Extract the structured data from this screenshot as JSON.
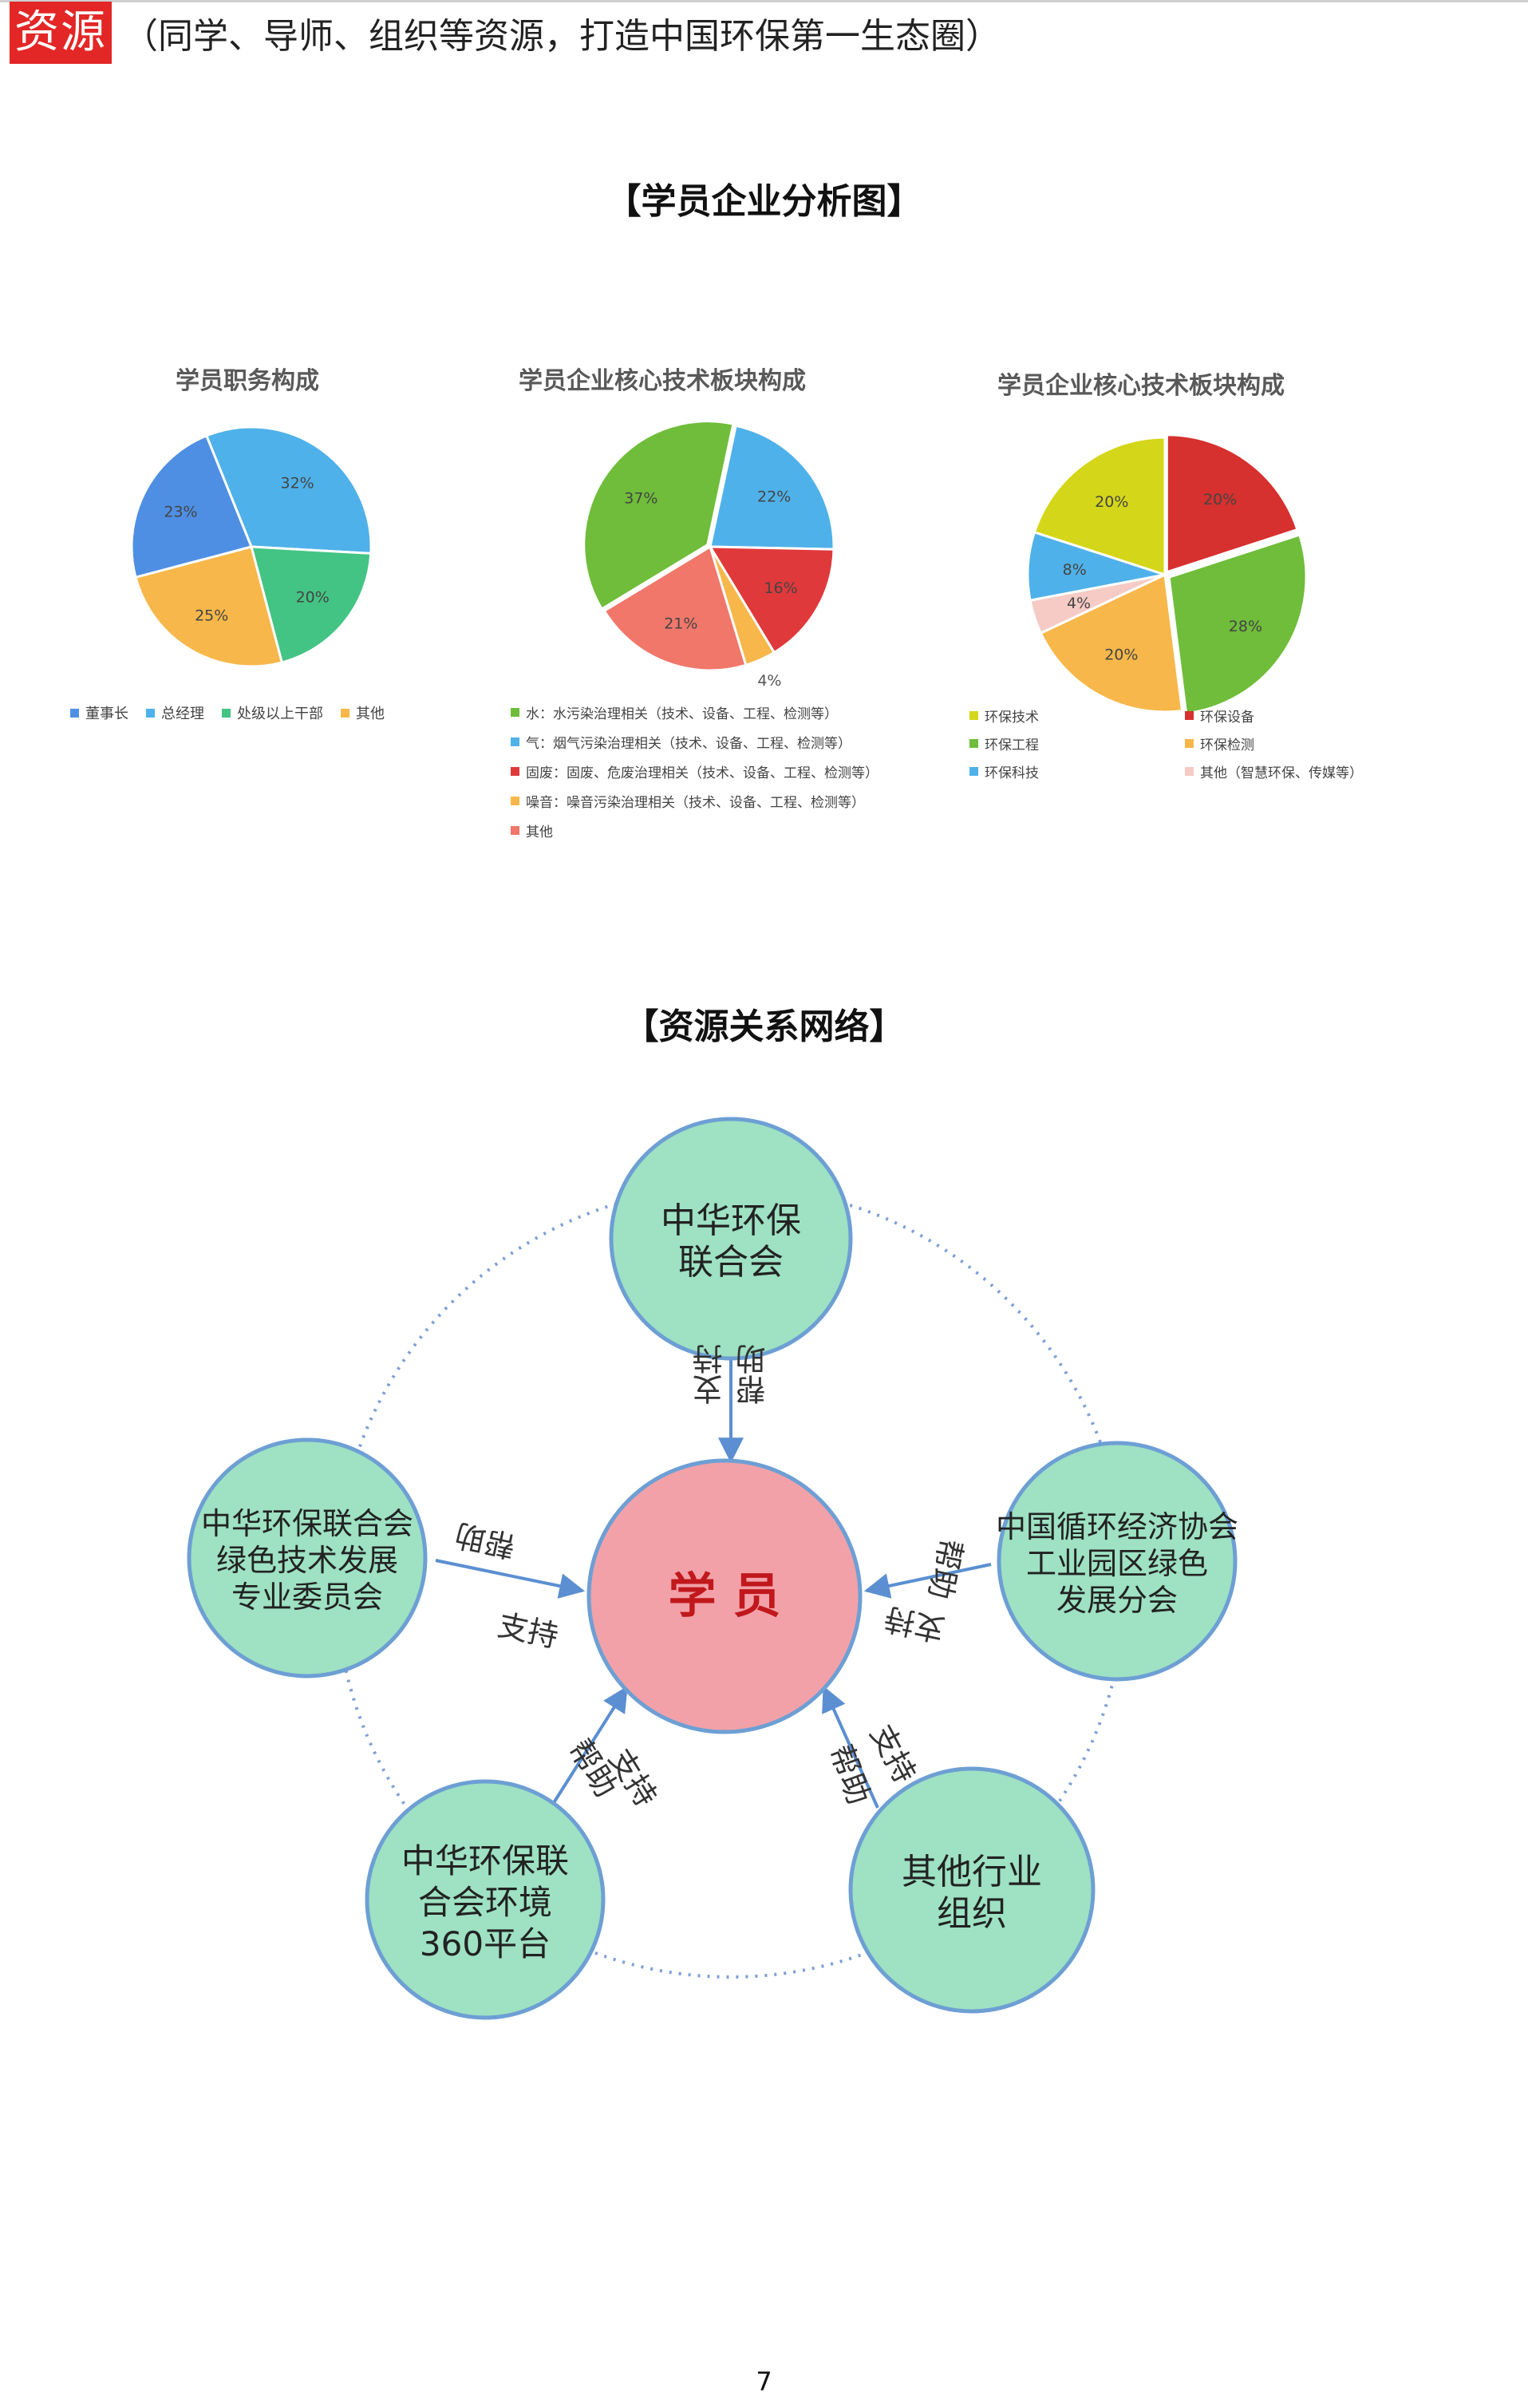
{
  "header": {
    "tag": "资源",
    "text": "（同学、导师、组织等资源，打造中国环保第一生态圈）"
  },
  "section1_title": "【学员企业分析图】",
  "chart_data": [
    {
      "type": "pie",
      "title": "学员职务构成",
      "labels": [
        "董事长",
        "总经理",
        "处级以上干部",
        "其他"
      ],
      "values": [
        23,
        32,
        20,
        25
      ],
      "value_labels": [
        "23%",
        "32%",
        "20%",
        "25%"
      ],
      "colors": [
        "#4f8fe3",
        "#4fb1e9",
        "#43c484",
        "#f7b74a"
      ],
      "legend_position": "bottom"
    },
    {
      "type": "pie",
      "title": "学员企业核心技术板块构成",
      "labels": [
        "水：水污染治理相关（技术、设备、工程、检测等）",
        "气：烟气污染治理相关（技术、设备、工程、检测等）",
        "固废：固废、危废治理相关（技术、设备、工程、检测等）",
        "噪音：噪音污染治理相关（技术、设备、工程、检测等）",
        "其他"
      ],
      "values": [
        37,
        22,
        16,
        4,
        21
      ],
      "value_labels": [
        "37%",
        "22%",
        "16%",
        "4%",
        "21%"
      ],
      "colors": [
        "#6fbd3a",
        "#4fb1e9",
        "#e0393b",
        "#f7b74a",
        "#f0776a"
      ],
      "legend_position": "bottom"
    },
    {
      "type": "pie",
      "title": "学员企业核心技术板块构成",
      "labels": [
        "环保设备",
        "环保工程",
        "环保检测",
        "其他（智慧环保、传媒等）",
        "环保科技",
        "环保技术"
      ],
      "values": [
        20,
        28,
        20,
        4,
        8,
        20
      ],
      "value_labels": [
        "20%",
        "28%",
        "20%",
        "4%",
        "8%",
        "20%"
      ],
      "colors": [
        "#d6302f",
        "#6fbd3a",
        "#f7b74a",
        "#f6cbc5",
        "#4fb1e9",
        "#d4d619"
      ],
      "legend_position": "bottom"
    }
  ],
  "section2_title": "【资源关系网络】",
  "network": {
    "center": "学 员",
    "nodes": {
      "top": [
        "中华环保",
        "联合会"
      ],
      "left": [
        "中华环保联合会",
        "绿色技术发展",
        "专业委员会"
      ],
      "right": [
        "中国循环经济协会",
        "工业园区绿色",
        "发展分会"
      ],
      "bottom_left": [
        "中华环保联",
        "合会环境",
        "360平台"
      ],
      "bottom_right": [
        "其他行业",
        "组织"
      ]
    },
    "edge_label_help": "帮助",
    "edge_label_support": "支持"
  },
  "colors": {
    "accent_red": "#e32626",
    "node_fill": "#9ee1c3",
    "node_stroke": "#6d9fd4",
    "center_fill": "#f2a1a8",
    "center_text": "#c0181c",
    "arrow": "#5b8fd1"
  },
  "page_number": "7"
}
